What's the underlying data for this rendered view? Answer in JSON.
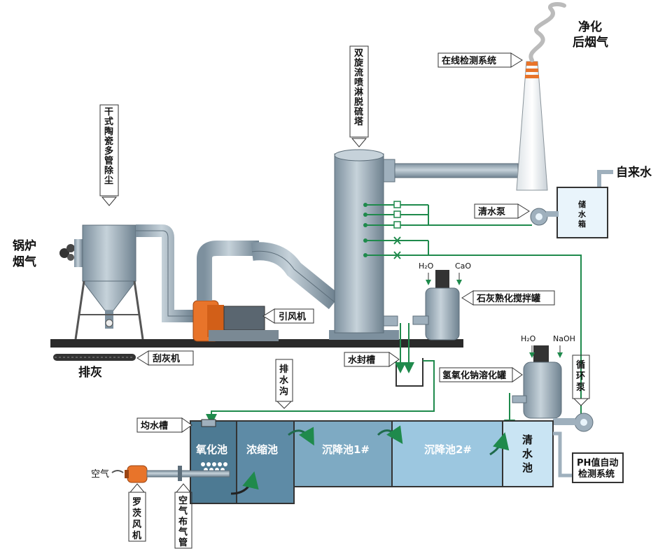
{
  "labels": {
    "boiler_flue_gas": [
      "锅炉",
      "烟气"
    ],
    "dust_collector": [
      "干",
      "式",
      "陶",
      "瓷",
      "多",
      "管",
      "除",
      "尘"
    ],
    "ash_discharge": "排灰",
    "ash_scraper": "刮灰机",
    "induced_fan": "引风机",
    "tower": [
      "双",
      "旋",
      "流",
      "喷",
      "淋",
      "脱",
      "硫",
      "塔"
    ],
    "online_monitor": "在线检测系统",
    "clean_gas": [
      "净化",
      "后烟气"
    ],
    "tap_water": "自来水",
    "water_tank": [
      "储",
      "水",
      "箱"
    ],
    "clear_pump": "清水泵",
    "h2o_1": "H₂O",
    "cao": "CaO",
    "lime_tank": "石灰熟化搅拌罐",
    "water_seal": "水封槽",
    "drain_ditch": [
      "排",
      "水",
      "沟"
    ],
    "naoh_tank": "氢氧化钠溶化罐",
    "h2o_2": "H₂O",
    "naoh": "NaOH",
    "circ_pump": [
      "循",
      "环",
      "泵"
    ],
    "equal_tank": "均水槽",
    "oxidation_pool": "氧化池",
    "thicken_pool": "浓缩池",
    "settle_1": "沉降池1#",
    "settle_2": "沉降池2#",
    "clear_pool": [
      "清",
      "水",
      "池"
    ],
    "ph_system": [
      "PH值自动",
      "检测系统"
    ],
    "air": "空气",
    "roots_blower": [
      "罗",
      "茨",
      "风",
      "机"
    ],
    "air_pipe": [
      "空",
      "气",
      "布",
      "气",
      "管"
    ]
  },
  "colors": {
    "pipe": "#9fb0bd",
    "pipe_dark": "#6f8290",
    "fan": "#e8742a",
    "green_line": "#1f8a4c",
    "pool_dark": "#4d7a93",
    "pool_mid": "#6e9db7",
    "pool_light": "#9cc7e0",
    "pool_clear": "#c9e4f3"
  }
}
